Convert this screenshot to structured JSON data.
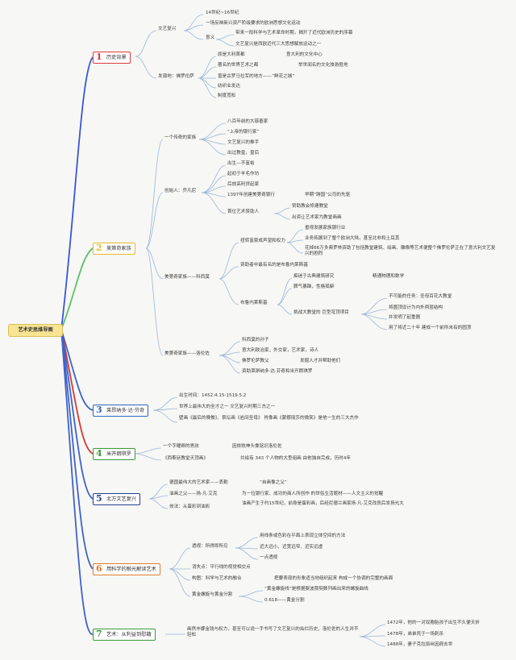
{
  "root": "艺术史思维导图",
  "sections": [
    {
      "num": "1",
      "label": "历史背景",
      "color": "#e03a3a"
    },
    {
      "num": "2",
      "label": "美第奇家族",
      "color": "#e8b92c"
    },
    {
      "num": "3",
      "label": "莱昂纳多·达·芬奇",
      "color": "#2a64b8"
    },
    {
      "num": "4",
      "label": "米开朗琪罗",
      "color": "#3a9a3a"
    },
    {
      "num": "5",
      "label": "北方文艺复兴",
      "color": "#1f3f8f"
    },
    {
      "num": "6",
      "label": "用科学的眼光解读艺术",
      "color": "#e07b2a"
    },
    {
      "num": "7",
      "label": "艺术：从利益到慰藉",
      "color": "#3a9a3a"
    }
  ],
  "s1": {
    "wenyi": "文艺复兴",
    "time": "14世纪~16世纪",
    "movement": "一场反映新兴资产阶级要求的欧洲思想文化运动",
    "meaning": "意义",
    "meaning1": "带来一段科学与艺术革命时期，揭开了近代欧洲历史的序幕",
    "meaning2": "文艺复兴是西欧近代三大思想解放运动之一",
    "origin": "发源地：佛罗伦萨",
    "o1": "原是大利首都",
    "o1b": "意大利的文化中心",
    "o2": "著名的世界艺术之都",
    "o2b": "举世闻名的文化旅游胜地",
    "o3": "曾是古罗马拉军的地方——“鲜花之城”",
    "o4": "纺织业发达",
    "o5": "制度宽松"
  },
  "s2": {
    "legend": "一个传奇的家族",
    "l1": "八百年前的大慈善家",
    "l2": "“上帝的银行家”",
    "l3": "文艺复兴的推手",
    "l4": "出过教皇，皇后",
    "founder": "创始人：乔凡尼",
    "f1": "出生—不富裕",
    "f2": "起初于羊毛作坊",
    "f3": "后放高利贷起家",
    "f4": "1397年创建美第奇银行",
    "f4b": "早期“跨国”公司的先驱",
    "f5": "首位艺术赞助人",
    "f5a": "赞助教会修建教堂",
    "f5b": "出资让艺术家为教堂画画",
    "cosimo": "美第奇家族——科西莫",
    "c1": "扭转富豪成声望和权力",
    "c1a": "垂视发展家族银行业",
    "c1b": "业务拓展到了整个欧洲大陆，甚至北非和土耳其",
    "c1c": "花掉66万多弗罗林资助了包括教堂建筑、绘画、雕像等艺术便整个佛罗伦萨正在了意大利文艺复兴的剧烈",
    "c2": "资助者中最有名的是布鲁内莱斯基",
    "c3": "布鲁内莱斯基",
    "c3a": "痴迷于古典建筑研究",
    "c3a2": "精通物理和数学",
    "c3b": "脾气暴躁，性格孤僻",
    "c3c": "挑战大教堂的 巨型穹顶项目",
    "c3c1": "不可能的任务：圣母百花大教堂",
    "c3c2": "将圆顶设计为内外两层结构",
    "c3c3": "并发明了起重器",
    "c3c4": "用了将近二十年 建成一个前所未有的圆顶",
    "lorenzo": "美第奇家族——洛伦佐",
    "lo1": "科西莫的孙子",
    "lo2": "意大利政治家，外交家，艺术家，诗人",
    "lo3": "佛罗伦萨教父",
    "lo3b": "发掘人才并帮助他们",
    "lo4": "资助莱昂纳多·达·芬奇和米开朗琪罗"
  },
  "s3": {
    "a": "出生时间：1452.4.15-1519.5.2",
    "b": "世界上最伟大的全才之一 文艺复兴时期三杰之一",
    "c": "壁画《最后的晚餐》、祭坛画《岩间圣母》 肖像画《蒙娜丽莎的微笑》是他一生的三大杰作"
  },
  "s4": {
    "a": "一个字曜卿的男孩",
    "a2": "因依牧神头像铭识洛伦佐",
    "b": "《西斯廷教堂天顶画》",
    "b2": "共绘有 343 个人物的大型组画 由他独自完成，历时4年"
  },
  "s5": {
    "a": "德国最伟大的艺术家——丢勒",
    "a2": "“自画像之父”",
    "b": "油画之父——扬·凡·艾克",
    "b2": "为一位银行家、成功的商人所创作 的世俗生活题材——人文主义的觉醒",
    "c": "技法：从蛋彩到油彩",
    "c2": "油画产生于约15世纪，前身是蛋彩画，后经尼德兰画家扬·凡·艾克改良后发扬光大"
  },
  "s6": {
    "p": "透视：所得即所见",
    "p1": "用线条或色彩在平面上表现立体空间的方法",
    "p2": "近大远小、近宽远窄、近实远虚",
    "p3": "一点透视",
    "v": "消失点：平行线的视觉相交点",
    "c": "构图：科学与艺术的融合",
    "c2": "把要表现的形象适当地组织起来 构成一个协调的完整的画面",
    "g": "黄金螺旋与黄金分割",
    "g1": "“黄金螺旋线”是根据斐波那契数列画出来的螺旋曲线",
    "g2": "0.618——黄金分割"
  },
  "s7": {
    "a": "画然丰娜金钱与权力，甚至可以说一手书写了文艺复兴的灿烂历史，洛伦佐的人生并不轻松",
    "b1": "1472年，他的一对双胞胎孩子出生不久便夭折",
    "b2": "1478年，弟弟死于一场刺杀",
    "b3": "1488年，妻子克拉丽丝因病去世"
  }
}
